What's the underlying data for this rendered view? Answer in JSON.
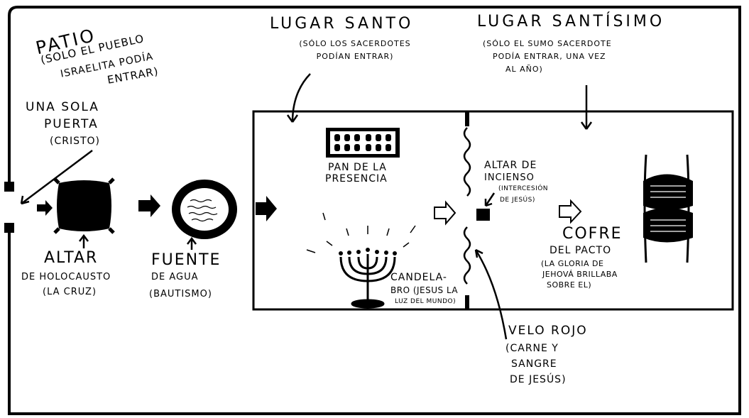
{
  "courtyard": {
    "title": "PATIO",
    "note": [
      "(SOLO EL PUEBLO",
      "ISRAELITA PODÍA",
      "ENTRAR)"
    ]
  },
  "holy_place": {
    "title": "LUGAR SANTO",
    "note": [
      "(SÓLO LOS SACERDOTES",
      "PODÍAN ENTRAR)"
    ]
  },
  "most_holy_place": {
    "title": "LUGAR SANTÍSIMO",
    "note": [
      "(SÓLO EL SUMO SACERDOTE",
      "PODÍA ENTRAR, UNA VEZ",
      "AL AÑO)"
    ]
  },
  "door": {
    "lines": [
      "UNA SOLA",
      "PUERTA",
      "(CRISTO)"
    ]
  },
  "altar": {
    "title": "ALTAR",
    "sub": "DE HOLOCAUSTO",
    "meaning": "(LA CRUZ)"
  },
  "laver": {
    "title": "FUENTE",
    "sub": "DE AGUA",
    "meaning": "(BAUTISMO)"
  },
  "bread": {
    "lines": [
      "PAN DE LA",
      "PRESENCIA"
    ]
  },
  "lampstand": {
    "lines": [
      "CANDELA-",
      "BRO (JESUS LA",
      "LUZ DEL MUNDO)"
    ]
  },
  "incense": {
    "lines": [
      "ALTAR DE",
      "INCIENSO"
    ],
    "meaning": [
      "(INTERCESIÓN",
      "DE JESÚS)"
    ]
  },
  "ark": {
    "title": "COFRE",
    "sub": "DEL PACTO",
    "meaning": [
      "(LA GLORIA DE",
      "JEHOVÁ BRILLABA",
      "SOBRE EL)"
    ]
  },
  "veil": {
    "title": "VELO ROJO",
    "meaning": [
      "(CARNE Y",
      "SANGRE",
      "DE JESÚS)"
    ]
  }
}
